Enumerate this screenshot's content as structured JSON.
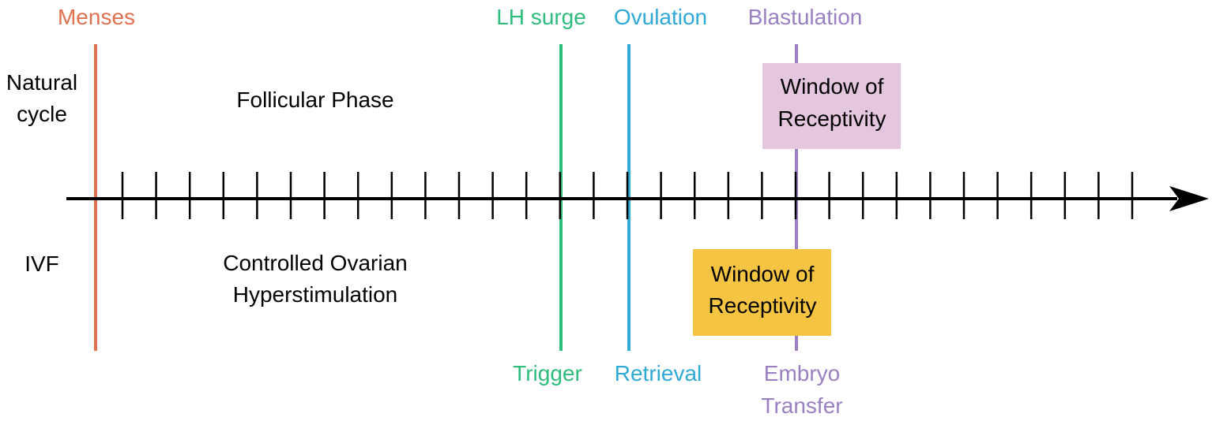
{
  "top_markers": {
    "menses": "Menses",
    "lh_surge": "LH surge",
    "ovulation": "Ovulation",
    "blastulation": "Blastulation"
  },
  "bottom_markers": {
    "trigger": "Trigger",
    "retrieval": "Retrieval",
    "embryo_transfer_line1": "Embryo",
    "embryo_transfer_line2": "Transfer"
  },
  "rows": {
    "natural_line1": "Natural",
    "natural_line2": "cycle",
    "ivf": "IVF"
  },
  "phases": {
    "follicular": "Follicular Phase",
    "coh_line1": "Controlled Ovarian",
    "coh_line2": "Hyperstimulation"
  },
  "windows": {
    "natural_line1": "Window of",
    "natural_line2": "Receptivity",
    "ivf_line1": "Window of",
    "ivf_line2": "Receptivity"
  },
  "colors": {
    "menses": "#e0704f",
    "lh_surge": "#2ebd7c",
    "ovulation": "#2fa9d6",
    "blastulation": "#9a7fc3",
    "natural_window_fill": "#e5c6df",
    "ivf_window_fill": "#f6c443",
    "axis": "#000000"
  }
}
